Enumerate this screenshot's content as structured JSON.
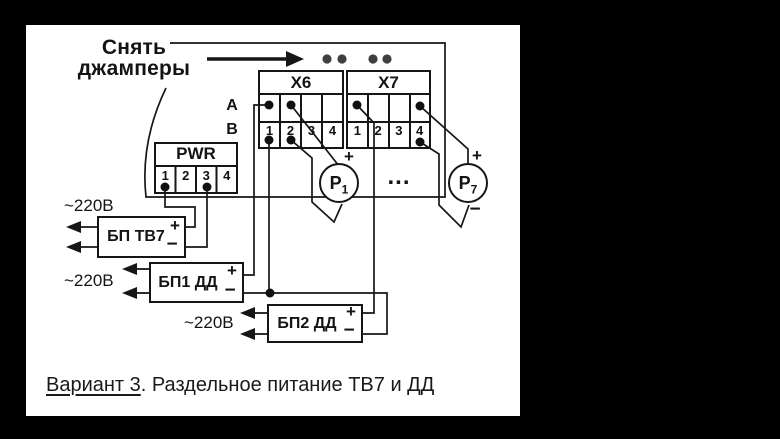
{
  "annotation": {
    "line1": "Снять",
    "line2": "джамперы"
  },
  "row_labels": {
    "a": "A",
    "b": "B"
  },
  "blocks": {
    "x6": {
      "title": "X6",
      "terminals": [
        "1",
        "2",
        "3",
        "4"
      ]
    },
    "x7": {
      "title": "X7",
      "terminals": [
        "1",
        "2",
        "3",
        "4"
      ]
    },
    "pwr": {
      "title": "PWR",
      "terminals": [
        "1",
        "2",
        "3",
        "4"
      ]
    }
  },
  "sensors": {
    "p1": {
      "p": "Р",
      "sub": "1"
    },
    "p7": {
      "p": "Р",
      "sub": "7"
    },
    "ellipsis": "..."
  },
  "signs": {
    "plus": "+",
    "minus": "−"
  },
  "power_supplies": {
    "tv7": {
      "name": "БП ТВ7",
      "voltage": "~220В"
    },
    "dd1": {
      "name": "БП1 ДД",
      "voltage": "~220В"
    },
    "dd2": {
      "name": "БП2 ДД",
      "voltage": "~220В"
    }
  },
  "caption": {
    "title": "Вариант 3",
    "rest": ". Раздельное питание ТВ7 и ДД"
  },
  "colors": {
    "background": "#000000",
    "panel": "#ffffff",
    "line": "#161616",
    "jumper_dot": "#3f3f3f"
  }
}
